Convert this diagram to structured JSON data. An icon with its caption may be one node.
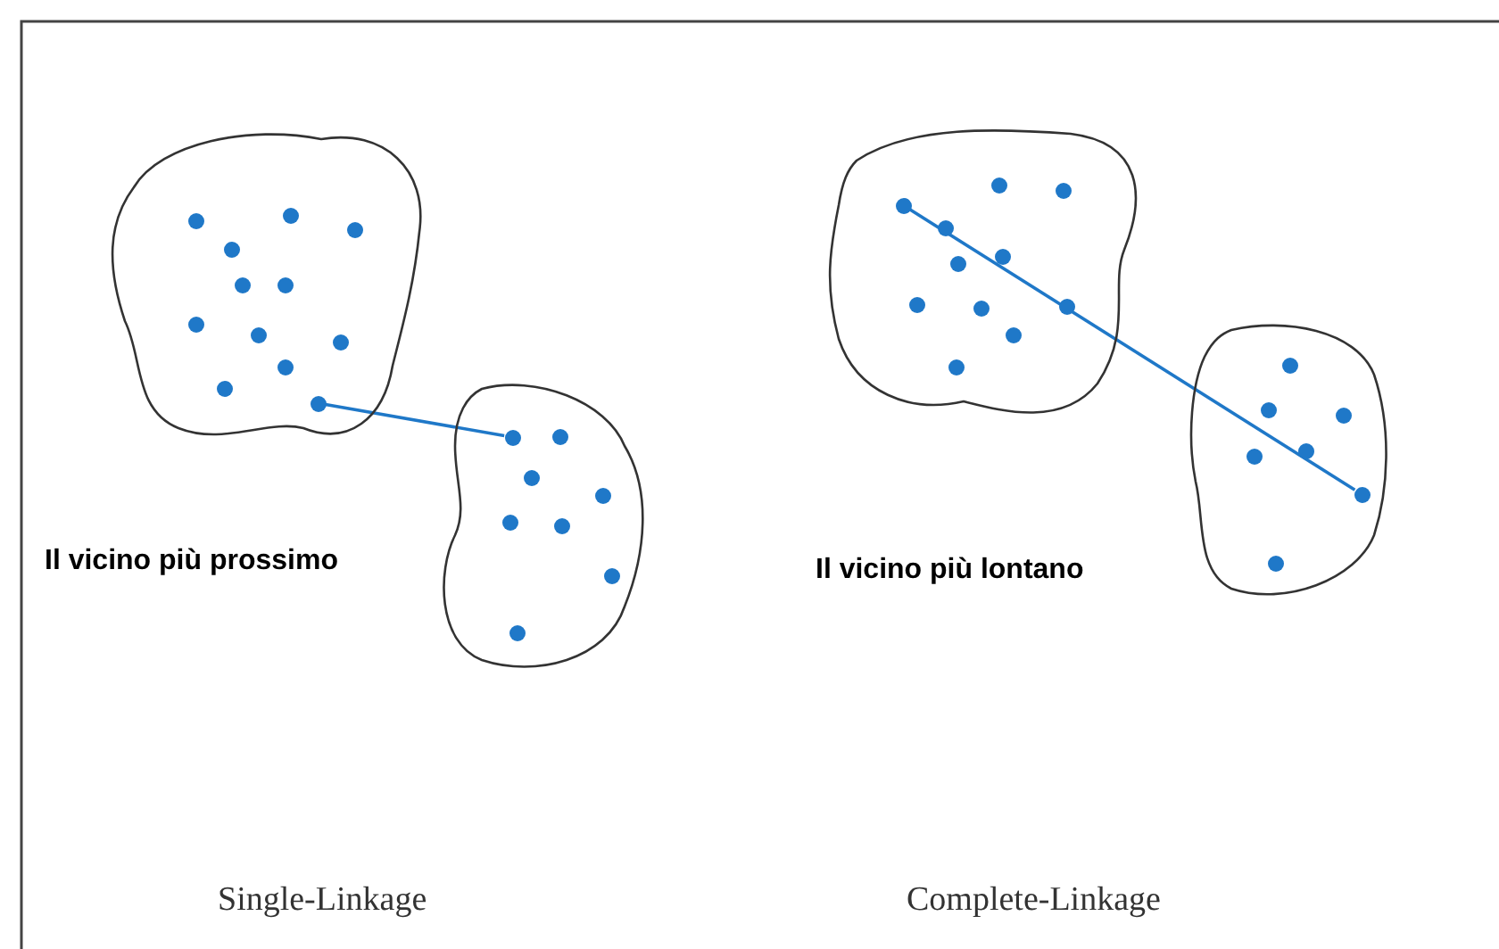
{
  "diagram": {
    "nodes": [
      {
        "text": [],
        "shape": "cloud"
      },
      {
        "text": [],
        "shape": "cloud"
      },
      {
        "text": [],
        "shape": "cloud"
      },
      {
        "text": [],
        "shape": "cloud"
      },
      {
        "text": [],
        "shape": "circle",
        "in": 0
      },
      {
        "text": [],
        "shape": "circle",
        "in": 1
      },
      {
        "text": [],
        "shape": "circle",
        "in": 2
      },
      {
        "text": [],
        "shape": "circle",
        "in": 3
      }
    ],
    "edges": [
      {
        "from": 4,
        "to": 5,
        "arrow": "none"
      },
      {
        "from": 6,
        "to": 7,
        "arrow": "none"
      }
    ],
    "labels": [
      "Il vicino più prossimo",
      "Il vicino più lontano",
      "Single-Linkage",
      "Complete-Linkage"
    ]
  }
}
